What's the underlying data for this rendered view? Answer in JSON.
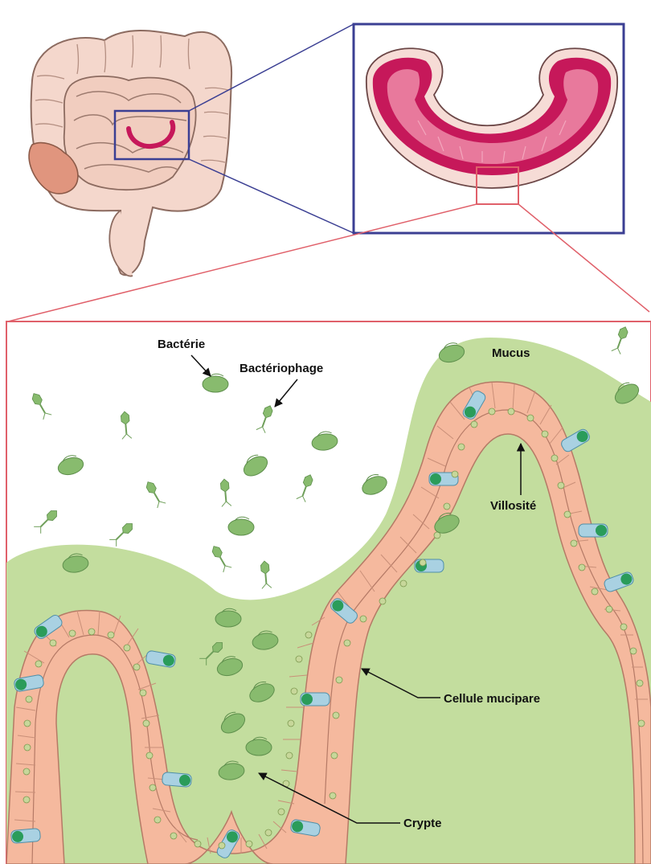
{
  "labels": {
    "bacteria": "Bactérie",
    "bacteriophage": "Bactériophage",
    "mucus": "Mucus",
    "villus": "Villosité",
    "goblet_cell": "Cellule mucipare",
    "crypt": "Crypte"
  },
  "colors": {
    "intestine_fill": "#f4d7cc",
    "intestine_stroke": "#8c6b60",
    "appendix": "#e0957e",
    "zoom_box_blue": "#3b3f93",
    "zoom_box_red": "#e0606a",
    "lumen_dark": "#c6185a",
    "lumen_light": "#e8799c",
    "mucus": "#c3dd9e",
    "bacteria": "#88bb6e",
    "enterocyte": "#f5b99e",
    "goblet": "#a9d1e2",
    "goblet_nucleus": "#2a9c5a",
    "nucleus": "#c7d79a"
  }
}
